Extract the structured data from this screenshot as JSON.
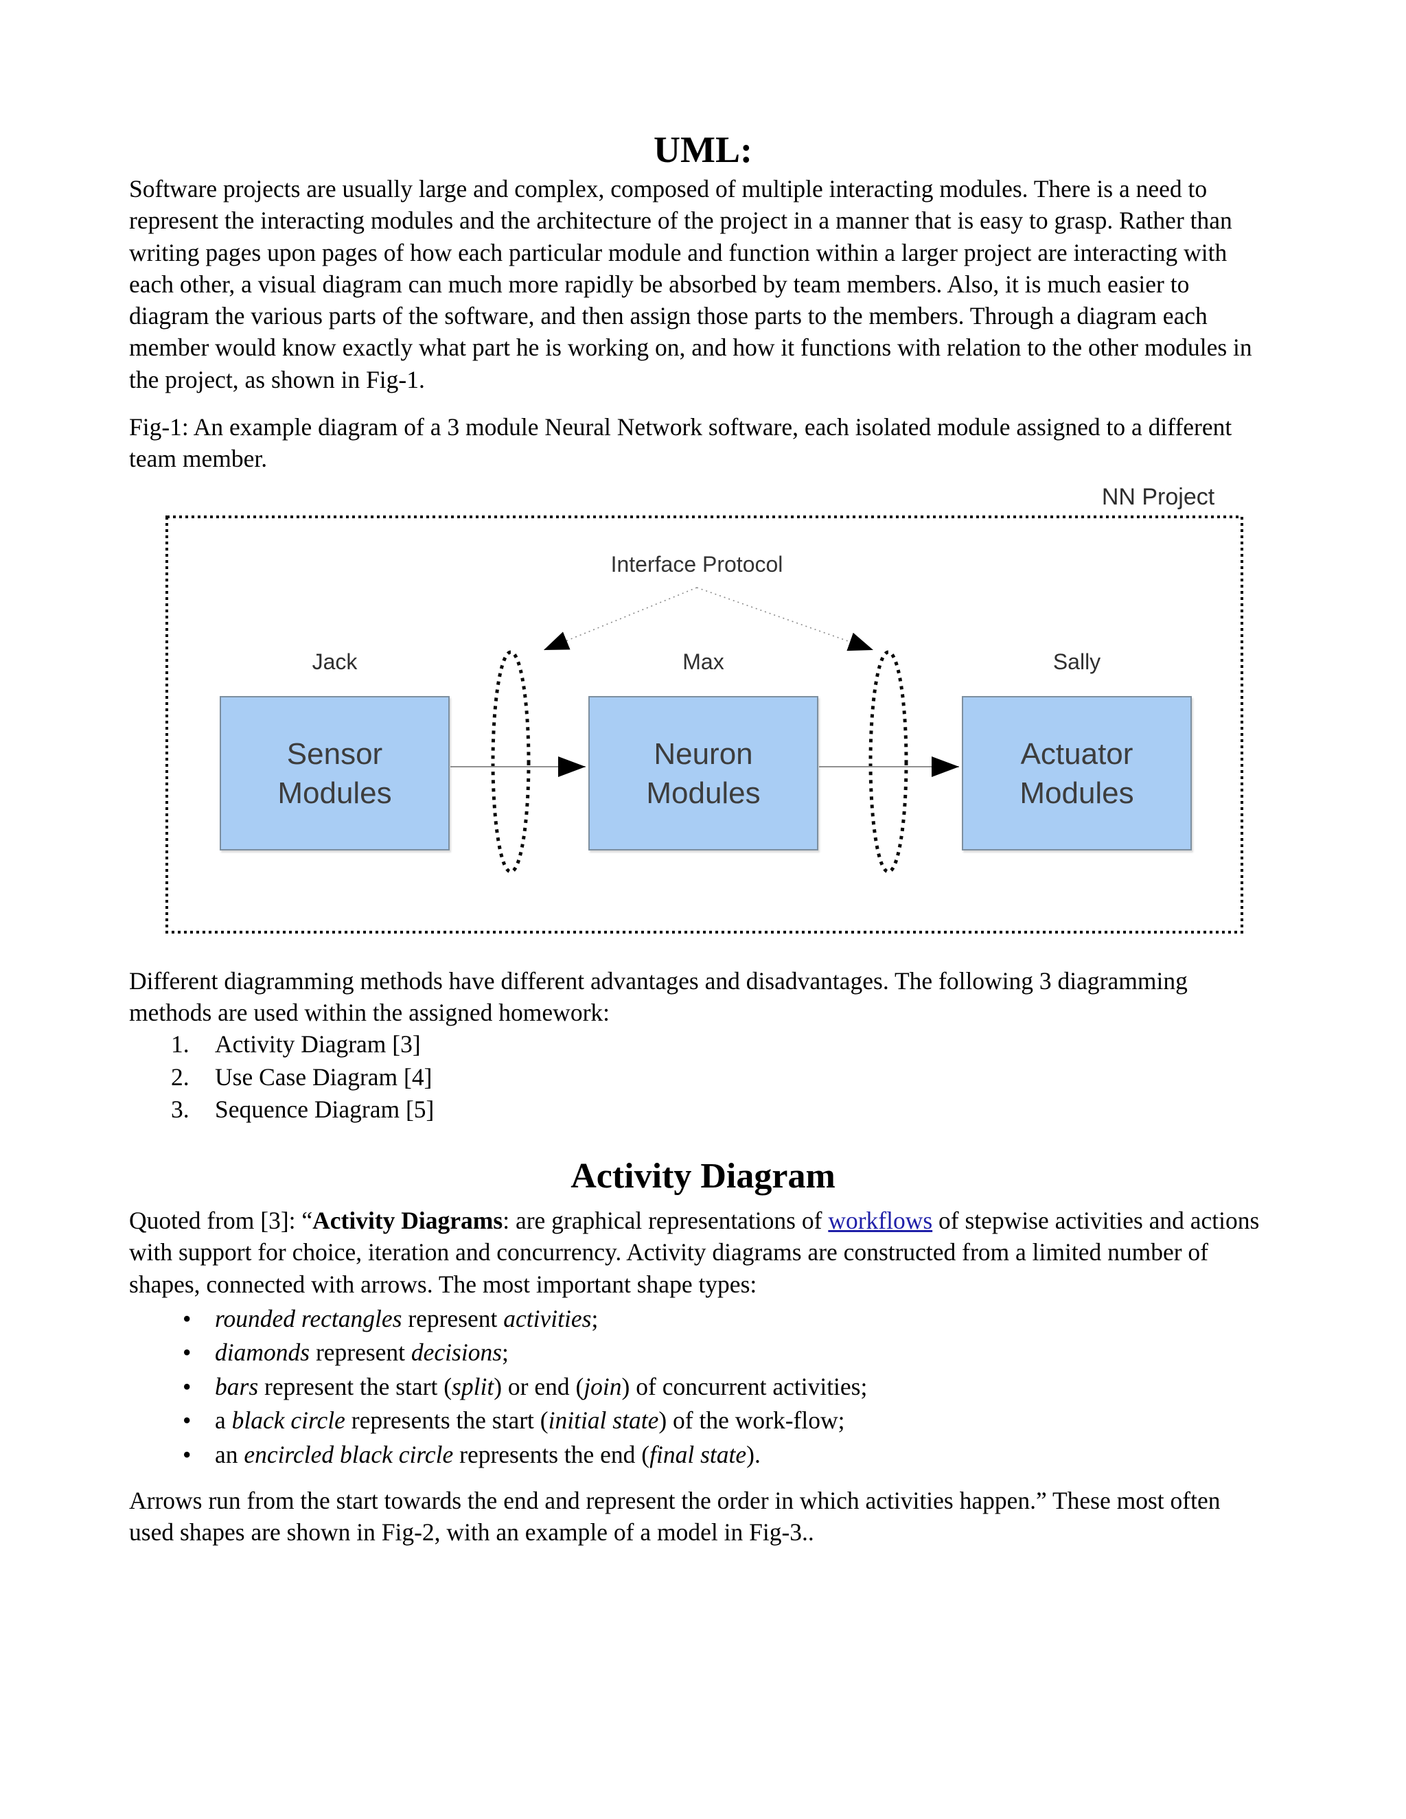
{
  "document": {
    "title": "UML:",
    "intro": "Software projects are usually large and complex, composed of multiple interacting modules. There is a need to represent the interacting modules and the architecture of the project in a manner that is easy to grasp. Rather than writing pages upon pages of how each particular module and function within a larger project are interacting with each other, a visual diagram can much more rapidly be absorbed by team members. Also, it is much easier to diagram the various parts of the software, and then assign those parts to the members. Through a diagram each member would know exactly what part he is working on, and how it functions with relation to the other modules in the project, as shown in Fig-1.",
    "fig1_caption": "Fig-1: An example diagram of a 3 module Neural Network software, each isolated module assigned to a different team member.",
    "methods_intro": "Different diagramming methods have different advantages and disadvantages. The following 3 diagramming methods are used within the assigned homework:",
    "methods_list": [
      {
        "num": "1.",
        "text": "Activity Diagram [3]"
      },
      {
        "num": "2.",
        "text": "Use Case Diagram [4]"
      },
      {
        "num": "3.",
        "text": "Sequence Diagram [5]"
      }
    ],
    "activity_heading": "Activity Diagram",
    "quoted": [
      {
        "t": "Quoted from [3]: “"
      },
      {
        "t": "Activity Diagrams",
        "b": true
      },
      {
        "t": ": are graphical representations of "
      },
      {
        "t": "workflows",
        "link": true,
        "name": "workflows-link"
      },
      {
        "t": " of stepwise activities and actions with support for choice, iteration and concurrency. Activity diagrams are constructed from a limited number of shapes, connected with arrows. The most important shape types:"
      }
    ],
    "shape_bullets": [
      [
        {
          "t": "rounded rectangles",
          "i": true
        },
        {
          "t": " represent "
        },
        {
          "t": "activities",
          "i": true
        },
        {
          "t": ";"
        }
      ],
      [
        {
          "t": "diamonds",
          "i": true
        },
        {
          "t": " represent "
        },
        {
          "t": "decisions",
          "i": true
        },
        {
          "t": ";"
        }
      ],
      [
        {
          "t": "bars",
          "i": true
        },
        {
          "t": " represent the start ("
        },
        {
          "t": "split",
          "i": true
        },
        {
          "t": ") or end ("
        },
        {
          "t": "join",
          "i": true
        },
        {
          "t": ") of concurrent activities;"
        }
      ],
      [
        {
          "t": "a "
        },
        {
          "t": "black circle",
          "i": true
        },
        {
          "t": " represents the start ("
        },
        {
          "t": "initial state",
          "i": true
        },
        {
          "t": ") of the work-flow;"
        }
      ],
      [
        {
          "t": "an "
        },
        {
          "t": "encircled black circle",
          "i": true
        },
        {
          "t": " represents the end ("
        },
        {
          "t": "final state",
          "i": true
        },
        {
          "t": ")."
        }
      ]
    ],
    "closing": "Arrows run from the start towards the end and represent the order in which activities happen.” These most often used shapes are shown in Fig-2, with an example of a model in Fig-3.."
  },
  "figure": {
    "project_label": "NN Project",
    "interface_label": "Interface Protocol",
    "modules": [
      {
        "owner": "Jack",
        "title_line1": "Sensor",
        "title_line2": "Modules"
      },
      {
        "owner": "Max",
        "title_line1": "Neuron",
        "title_line2": "Modules"
      },
      {
        "owner": "Sally",
        "title_line1": "Actuator",
        "title_line2": "Modules"
      }
    ]
  },
  "colors": {
    "module_fill": "#a9cdf4",
    "module_border": "#7d8f9f",
    "link": "#1f1fa8"
  }
}
